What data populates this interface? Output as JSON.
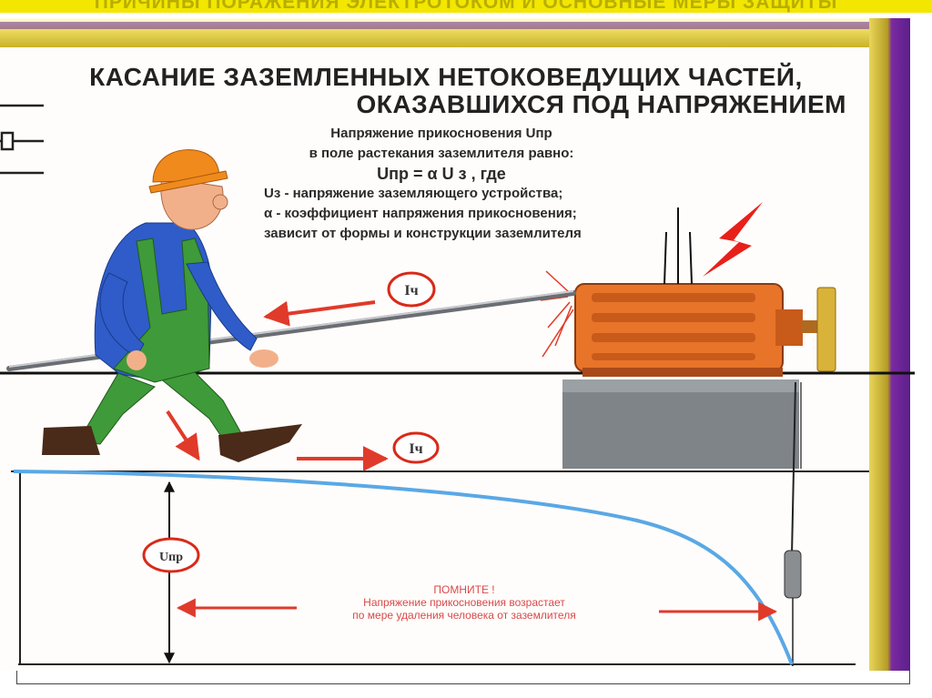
{
  "banner": {
    "text": "ПРИЧИНЫ ПОРАЖЕНИЯ ЭЛЕКТРОТОКОМ И ОСНОВНЫЕ МЕРЫ ЗАЩИТЫ"
  },
  "title": {
    "line1": "КАСАНИЕ ЗАЗЕМЛЕННЫХ НЕТОКОВЕДУЩИХ ЧАСТЕЙ,",
    "line2": "ОКАЗАВШИХСЯ ПОД НАПРЯЖЕНИЕМ"
  },
  "info": {
    "line1": "Напряжение прикосновения Uпр",
    "line2": "в поле растекания заземлителя равно:",
    "formula": "Uпр = α U з ,   где",
    "def1": "Uз - напряжение заземляющего устройства;",
    "def2": "α - коэффициент напряжения прикосновения;",
    "def3": "зависит от формы и конструкции заземлителя"
  },
  "labels": {
    "current_upper": "Iч",
    "current_lower": "Iч",
    "voltage": "Uпр"
  },
  "remember": {
    "heading": "ПОМНИТЕ !",
    "line1": "Напряжение прикосновения возрастает",
    "line2": "по мере удаления человека от заземлителя"
  },
  "colors": {
    "banner": "#f3e600",
    "arrow_red": "#e03a2a",
    "potential_curve": "#5aa8e6",
    "motor": "#e8742a",
    "worker_shirt": "#2f5cc8",
    "worker_overalls": "#3f9a3a",
    "helmet": "#f08a1c"
  }
}
